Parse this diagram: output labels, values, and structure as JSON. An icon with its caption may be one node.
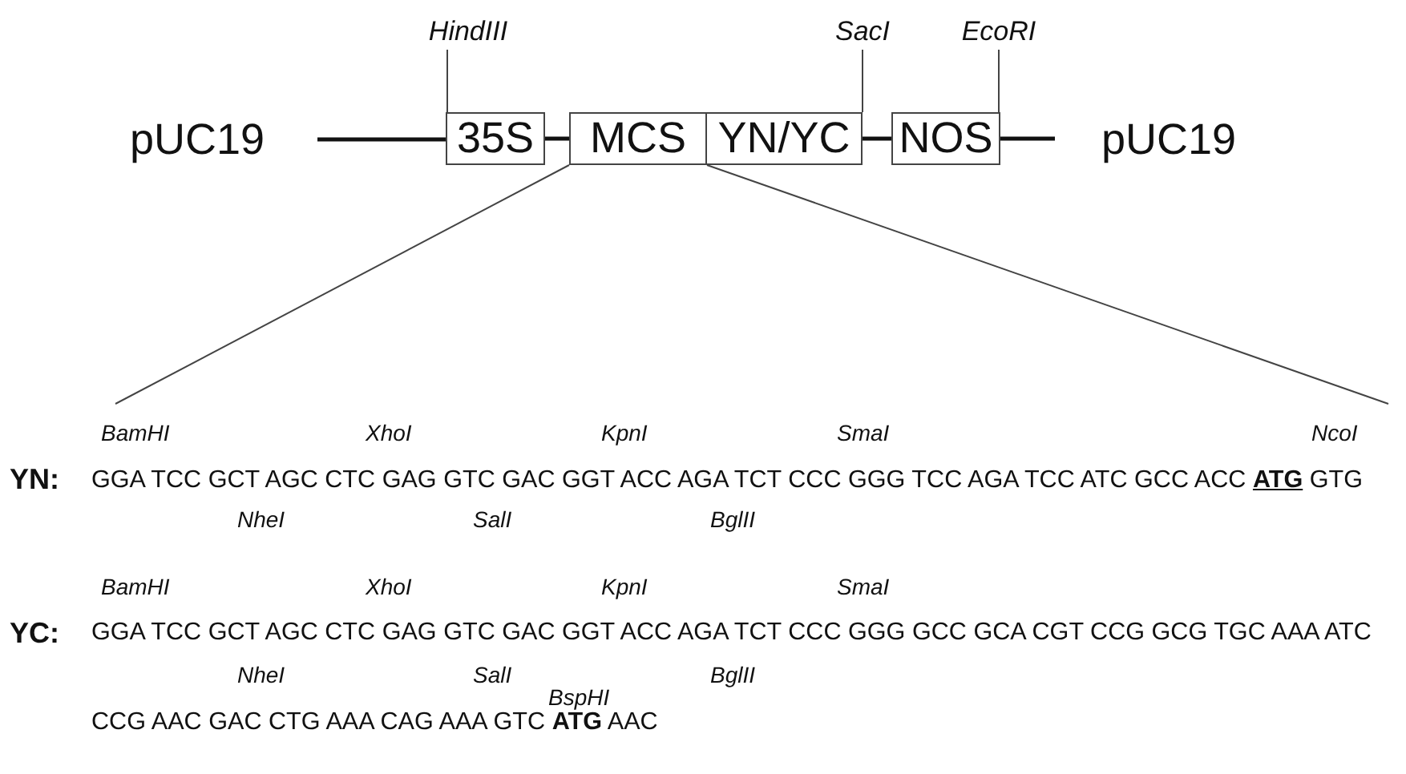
{
  "diagram": {
    "nodes": [
      {
        "text": [
          "pUC19"
        ]
      },
      {
        "text": [
          "35S"
        ]
      },
      {
        "text": [
          "MCS"
        ]
      },
      {
        "text": [
          "YN/YC"
        ]
      },
      {
        "text": [
          "NOS"
        ]
      },
      {
        "text": [
          "pUC19"
        ]
      },
      {
        "text": [
          "HindIII"
        ]
      },
      {
        "text": [
          "SacI"
        ]
      },
      {
        "text": [
          "EcoRI"
        ]
      },
      {
        "text": [
          "YN:",
          "GGA TCC GCT AGC CTC GAG GTC GAC GGT ACC AGA TCT CCC GGG TCC AGA TCC ATC GCC ACC **ATG** GTG"
        ]
      },
      {
        "text": [
          "YC:",
          "GGA TCC GCT AGC CTC GAG GTC GAC GGT ACC AGA TCT CCC GGG GCC GCA CGT CCG GCG TGC AAA ATC CCG AAC GAC CTG AAA CAG AAA GTC **ATG** AAC"
        ]
      }
    ],
    "edges": [
      {
        "from": 0,
        "to": 1,
        "arrow": "none",
        "style": "thick"
      },
      {
        "from": 1,
        "to": 2,
        "arrow": "none",
        "style": "thick"
      },
      {
        "from": 3,
        "to": 4,
        "arrow": "none",
        "style": "thick"
      },
      {
        "from": 4,
        "to": 5,
        "arrow": "none",
        "style": "thick"
      },
      {
        "from": 6,
        "to": 1,
        "arrow": "none"
      },
      {
        "from": 7,
        "to": 3,
        "arrow": "none"
      },
      {
        "from": 8,
        "to": 4,
        "arrow": "none"
      },
      {
        "from": 2,
        "to": null,
        "arrow": "none"
      },
      {
        "from": 2,
        "to": null,
        "arrow": "none"
      }
    ],
    "labels": [
      "BamHI",
      "XhoI",
      "KpnI",
      "SmaI",
      "NcoI",
      "NheI",
      "SalI",
      "BglII",
      "BamHI",
      "XhoI",
      "KpnI",
      "SmaI",
      "NheI",
      "SalI",
      "BglII",
      "BspHI"
    ]
  }
}
